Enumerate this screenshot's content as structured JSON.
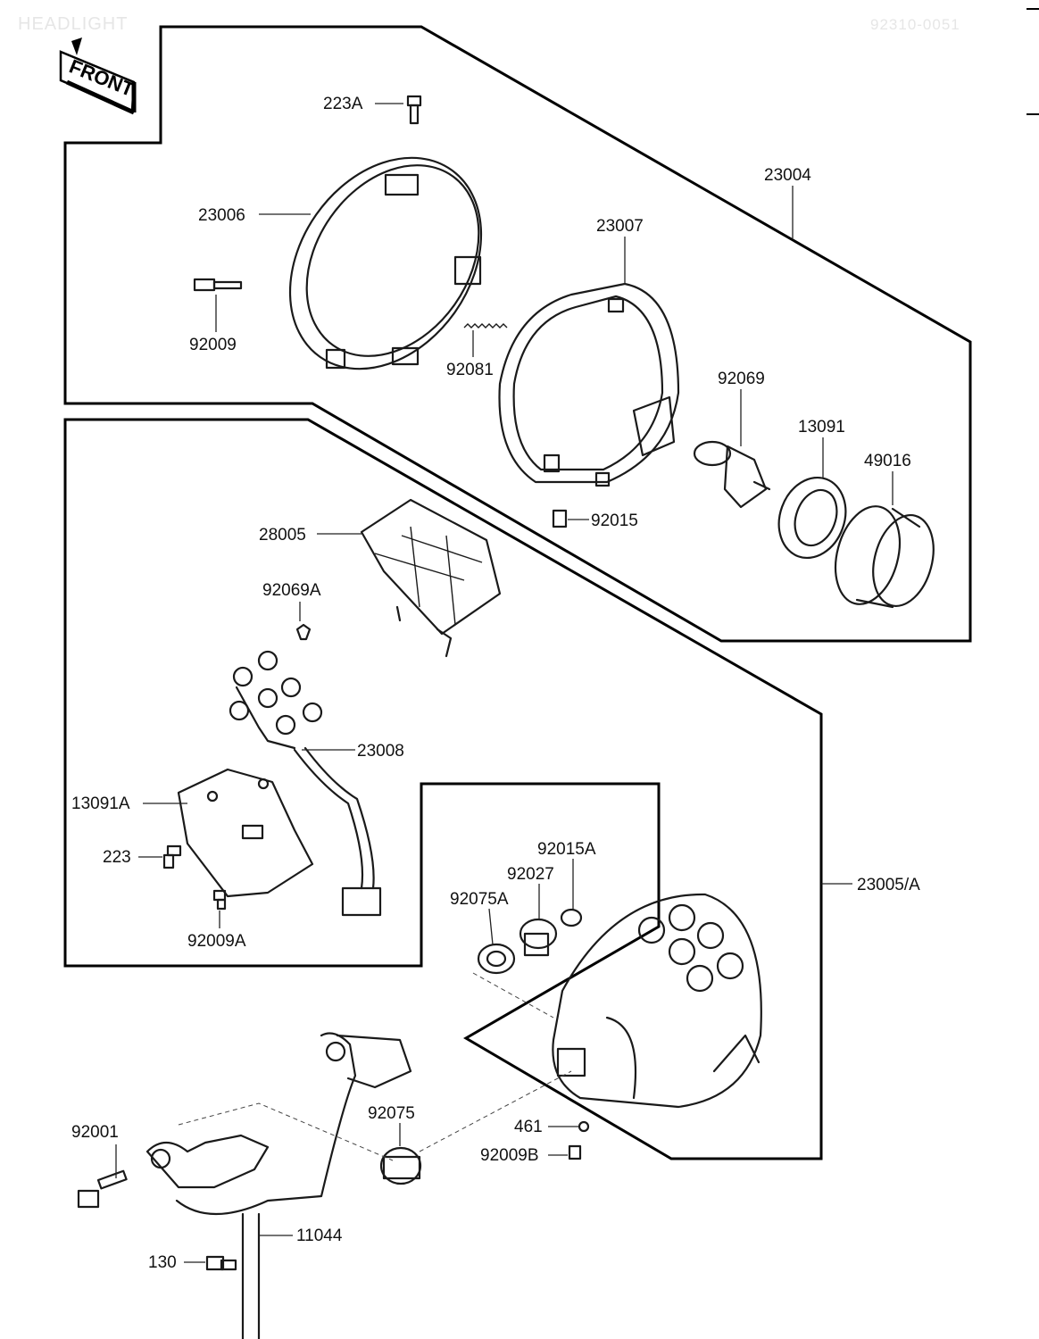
{
  "header": {
    "section_title": "HEADLIGHT",
    "drawing_code": "92310-0051"
  },
  "front_badge": "FRONT",
  "parts": {
    "p223A": "223A",
    "p23006": "23006",
    "p92009": "92009",
    "p92081": "92081",
    "p23004": "23004",
    "p23007": "23007",
    "p92069": "92069",
    "p13091": "13091",
    "p49016": "49016",
    "p92015": "92015",
    "p28005": "28005",
    "p92069A": "92069A",
    "p23008": "23008",
    "p13091A": "13091A",
    "p223": "223",
    "p92009A": "92009A",
    "p92015A": "92015A",
    "p92027": "92027",
    "p92075A": "92075A",
    "p23005A": "23005/A",
    "p92075": "92075",
    "p461": "461",
    "p92009B": "92009B",
    "p92001": "92001",
    "p11044": "11044",
    "p130": "130"
  }
}
